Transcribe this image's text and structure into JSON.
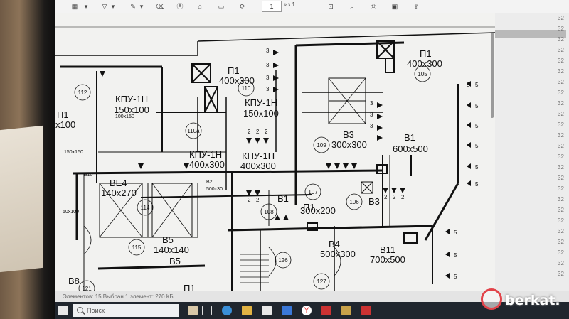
{
  "toolbar": {
    "page_current": "1",
    "page_total": "из 1"
  },
  "rooms": [
    "112",
    "110",
    "110а",
    "109",
    "105",
    "114",
    "115",
    "108",
    "107",
    "106",
    "126",
    "127",
    "121"
  ],
  "labels": {
    "p1_right": "П1",
    "p1_right_size": "400х300",
    "p1_mid": "П1",
    "p1_mid_size": "400х300",
    "kpu_left": "КПУ-1Н",
    "kpu_left_size": "150х100",
    "kpu_mid": "КПУ-1Н",
    "kpu_mid_size": "150х100",
    "p1_left": "П1",
    "p1_left_size": "х100",
    "kpu_a": "КПУ-1Н",
    "kpu_a_size": "400х300",
    "kpu_b": "КПУ-1Н",
    "kpu_b_size": "400х300",
    "v3_top": "В3",
    "v3_top_size": "300х300",
    "v1": "В1",
    "v1_size": "600х500",
    "ve4": "ВЕ4",
    "ve4_size": "140х270",
    "v5a": "В5",
    "v5a_size": "140х140",
    "v5b": "В5",
    "p1_low": "П1",
    "p1_low_size": "300х200",
    "b4": "В4",
    "b4_size": "500х300",
    "b11": "В11",
    "b11_size": "700х500",
    "v3_low": "В3",
    "v8": "В8",
    "b10": "В10",
    "b2": "В2",
    "b2_size": "500х30",
    "v1_small": "В1",
    "small_150": "150х150",
    "small_100": "100х150",
    "small_50": "50х100",
    "p1_bottom": "П1"
  },
  "right_panel": {
    "numbers": [
      "32",
      "32",
      "32",
      "32",
      "32",
      "32",
      "32",
      "32",
      "32",
      "32",
      "32",
      "32",
      "32",
      "32",
      "32",
      "32",
      "32",
      "32",
      "32",
      "32",
      "32",
      "32",
      "32",
      "32",
      "32"
    ]
  },
  "status_text": "Элементов: 15    Выбран 1 элемент: 270 КБ",
  "taskbar": {
    "search_placeholder": "Поиск"
  },
  "watermark": "berkat.",
  "colors": {
    "drawing_bg": "#f2f2f0",
    "line": "#111111",
    "taskbar": "#20262e",
    "brand": "#e2434a"
  }
}
